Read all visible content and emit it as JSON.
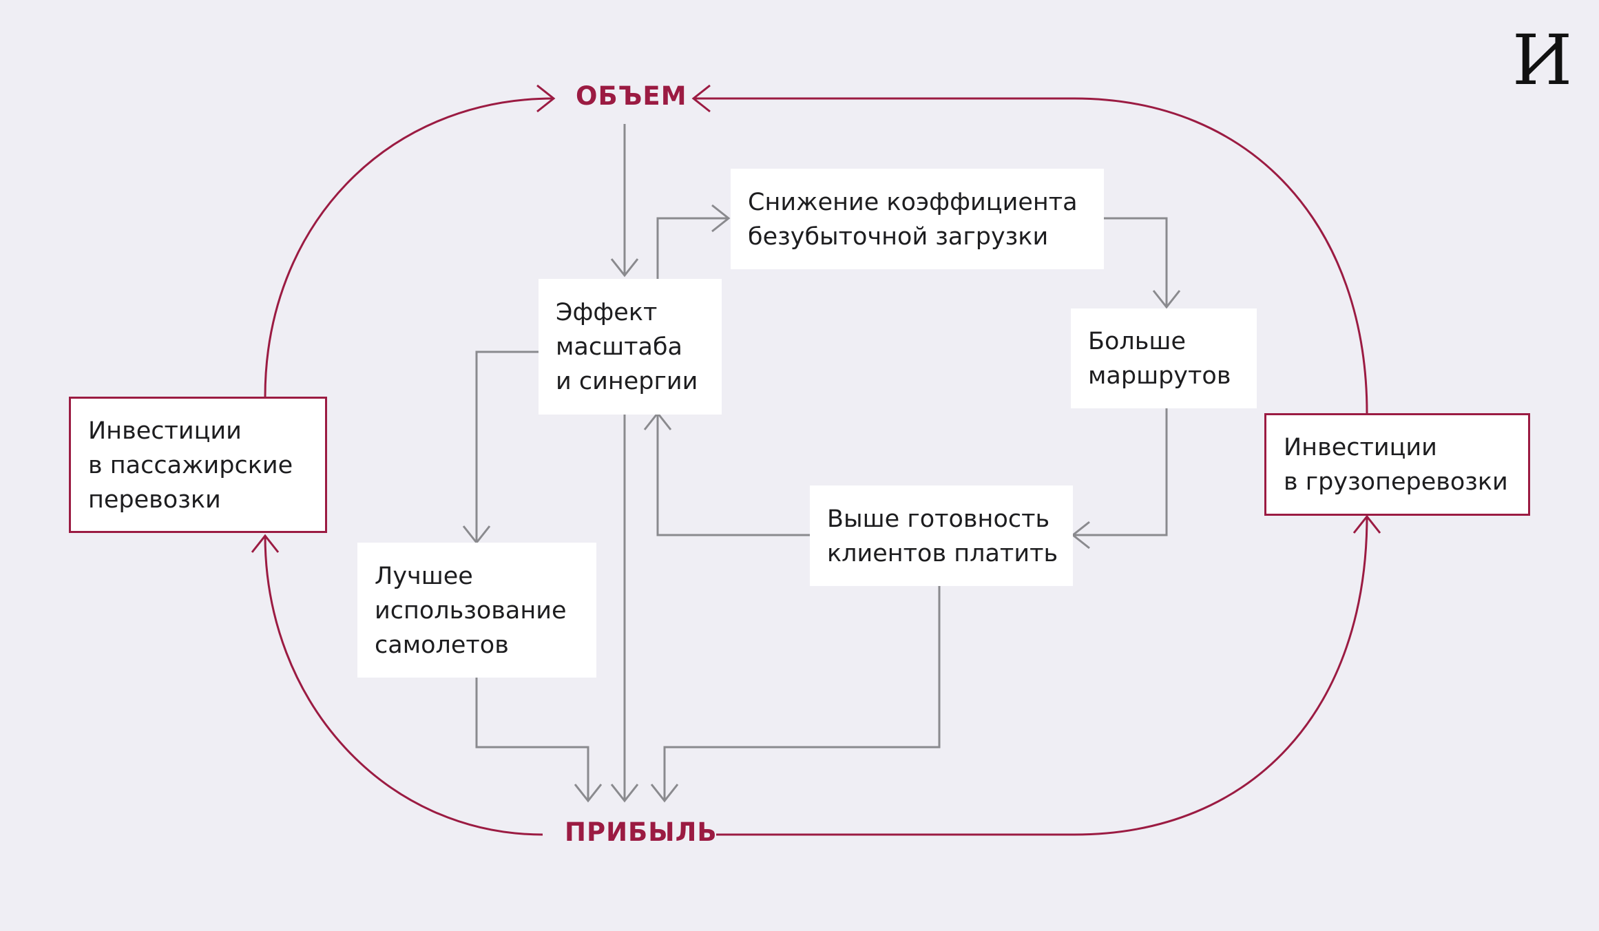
{
  "hubs": {
    "volume": "ОБЪЕМ",
    "profit": "ПРИБЫЛЬ"
  },
  "nodes": {
    "scale_effect": [
      "Эффект",
      "масштаба",
      "и синергии"
    ],
    "breakeven": [
      "Снижение коэффициента",
      "безубыточной загрузки"
    ],
    "more_routes": [
      "Больше",
      "маршрутов"
    ],
    "willingness": [
      "Выше готовность",
      "клиентов платить"
    ],
    "aircraft_use": [
      "Лучшее",
      "использование",
      "самолетов"
    ],
    "invest_passenger": [
      "Инвестиции",
      "в пассажирские",
      "перевозки"
    ],
    "invest_cargo": [
      "Инвестиции",
      "в грузоперевозки"
    ]
  },
  "logo": {
    "text": "И"
  },
  "colors": {
    "background": "#efeef4",
    "accent": "#9b1b42",
    "connector": "#8a8a8e",
    "box": "#ffffff"
  }
}
